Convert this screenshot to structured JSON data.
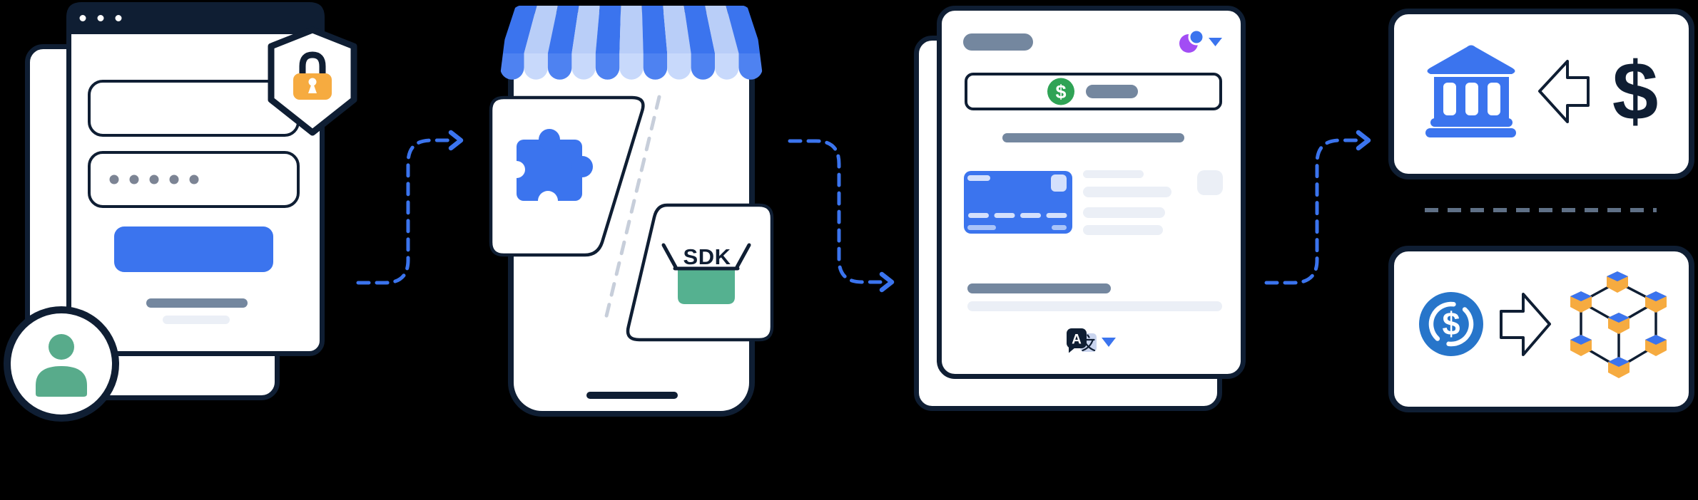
{
  "theme": {
    "background": "#000000",
    "navy": "#0F1E33",
    "blue": "#3B74EE",
    "blue_deep": "#4E82F1",
    "awning_light": "#B9CEF8",
    "awning_light2": "#C8D9FB",
    "slate": "#74879F",
    "gray_dot": "#7C8494",
    "light": "#EBEFF6",
    "card_light": "#D4E0FC",
    "card_light2": "#A9C3F8",
    "green": "#58AB8B",
    "box_green": "#55B190",
    "money_green": "#2FA355",
    "orange": "#F6AB40",
    "purple": "#A24DF4",
    "usdc": "#2775CA",
    "divider": "#5F7086",
    "dash_line": "#C7CEDA",
    "white": "#FFFFFF"
  },
  "labels": {
    "sdk": "SDK",
    "bank_dollar": "$",
    "price_dollar": "$",
    "usdc_dollar": "$",
    "translate_letter": "A",
    "translate_script": "文"
  },
  "steps": [
    {
      "id": "sign-in",
      "icons": [
        "browser-window",
        "titlebar-dots",
        "password-field",
        "sign-in-button",
        "security-shield-lock-icon",
        "user-avatar-icon"
      ]
    },
    {
      "id": "merchant-storefront",
      "icons": [
        "storefront-awning-icon",
        "mobile-phone",
        "plugin-puzzle-icon",
        "sdk-box-icon"
      ]
    },
    {
      "id": "checkout",
      "icons": [
        "checkout-window",
        "account-circles-icon",
        "price-field",
        "credit-card-icon",
        "language-selector-icon"
      ]
    },
    {
      "id": "settlement",
      "icons": [
        "bank-icon",
        "left-arrow-icon",
        "dollar-sign",
        "usdc-coin-icon",
        "right-arrow-icon",
        "blockchain-network-icon"
      ]
    }
  ],
  "counts": {
    "titlebar_dots": 3,
    "password_dots": 5,
    "awning_stripes": 11,
    "card_number_dashes": 4,
    "skeleton_bars": 4,
    "blockchain_nodes": 7,
    "flow_arrows": 3
  }
}
